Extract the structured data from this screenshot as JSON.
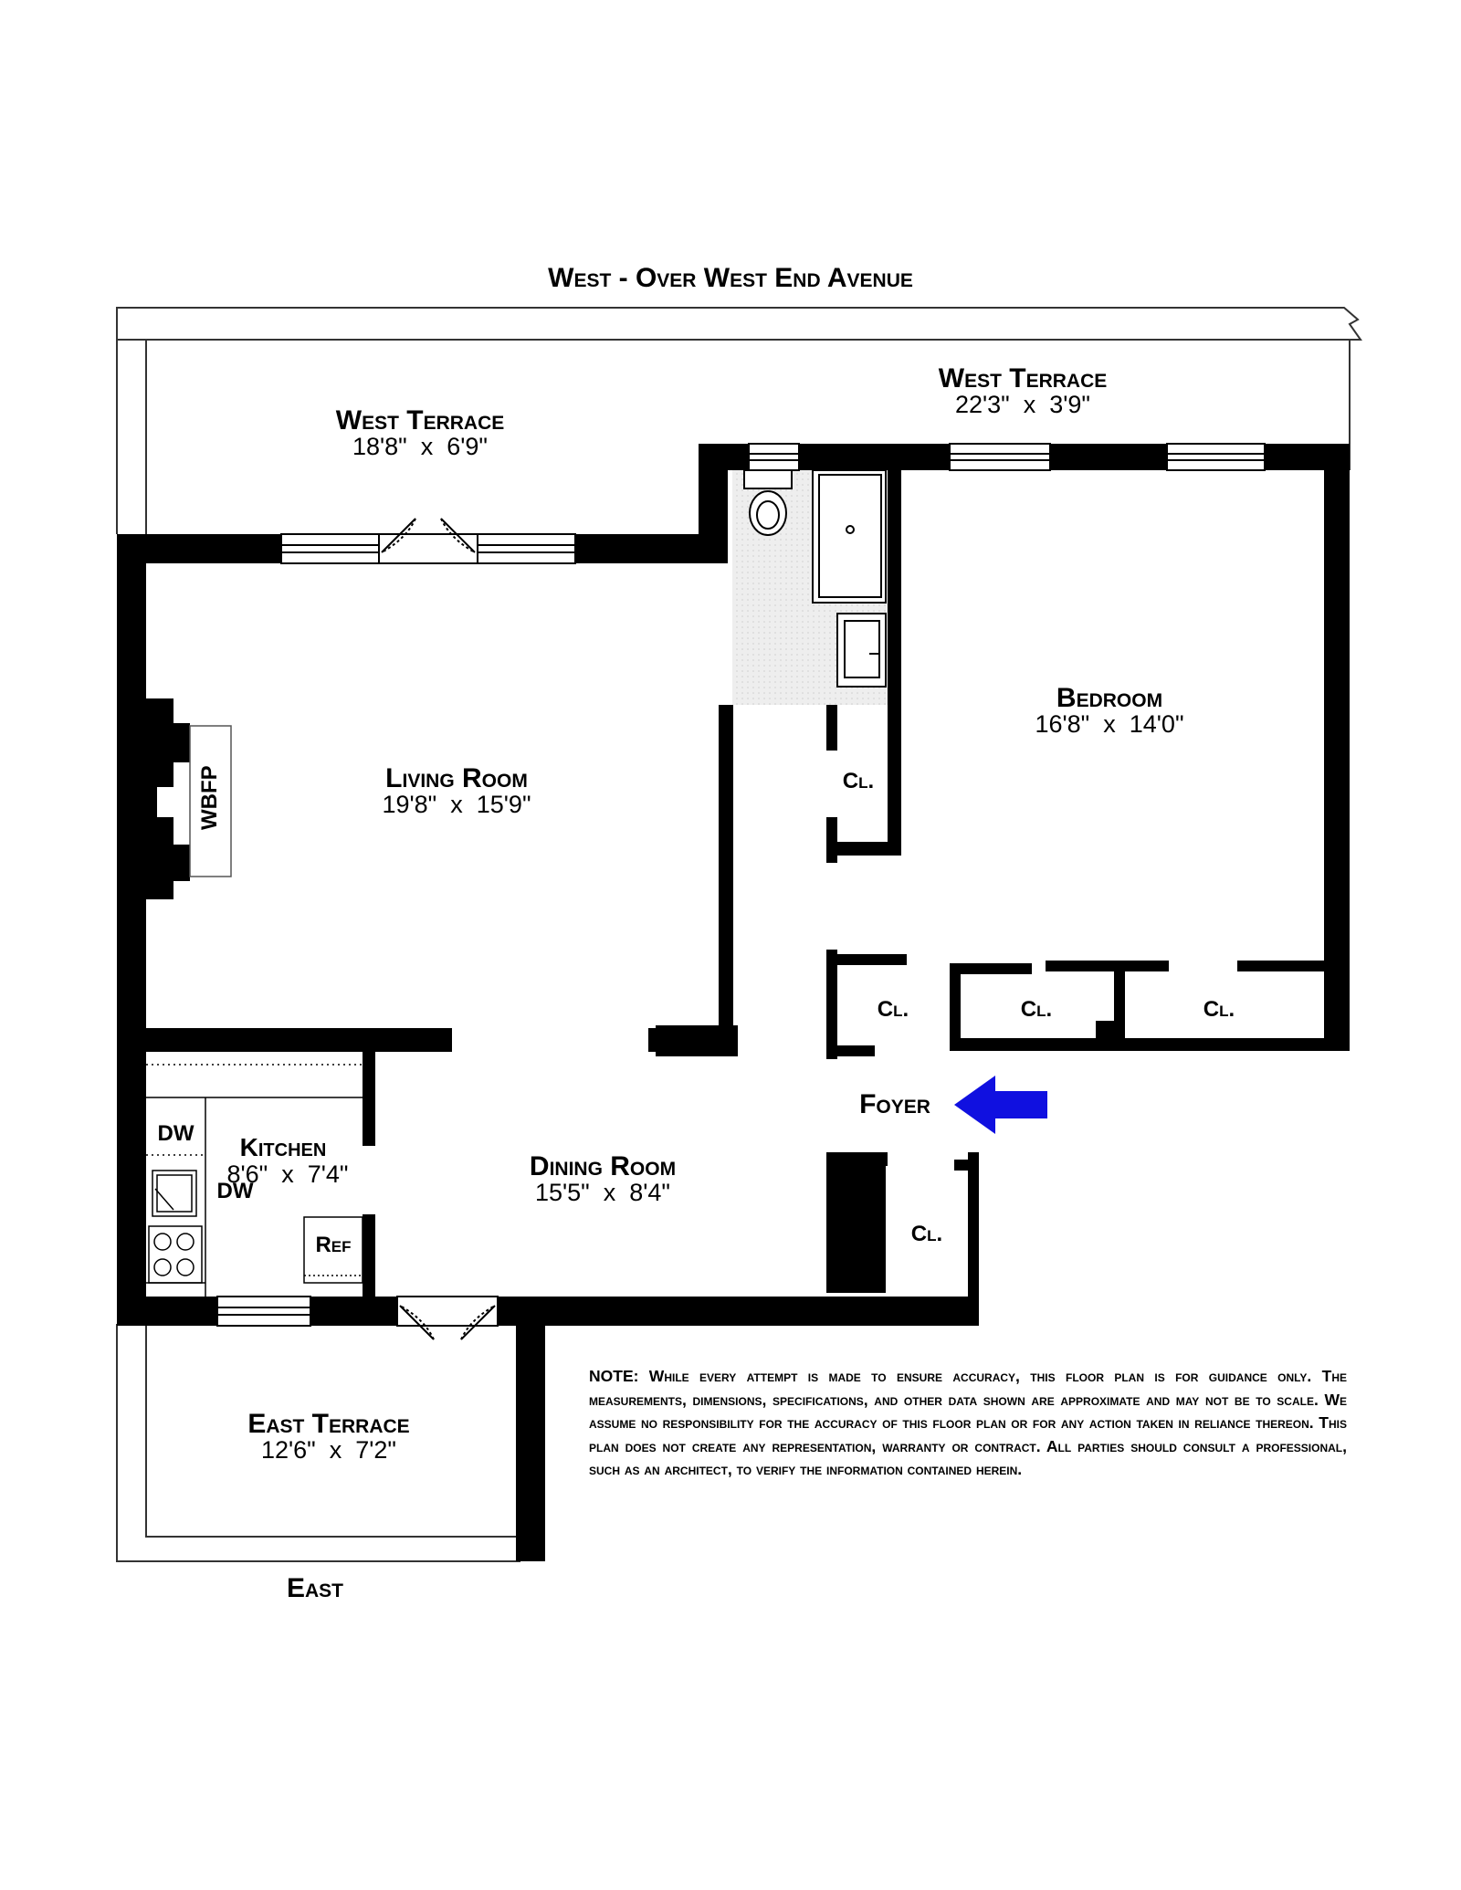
{
  "compass": {
    "west": "West - Over West End Avenue",
    "east": "East"
  },
  "rooms": {
    "west_terrace_left": {
      "name": "West Terrace",
      "dim": "18'8\"  x  6'9\""
    },
    "west_terrace_right": {
      "name": "West Terrace",
      "dim": "22'3\"  x  3'9\""
    },
    "living_room": {
      "name": "Living Room",
      "dim": "19'8\"  x  15'9\""
    },
    "bedroom": {
      "name": "Bedroom",
      "dim": "16'8\"  x  14'0\""
    },
    "kitchen": {
      "name": "Kitchen",
      "dim": "8'6\"  x  7'4\""
    },
    "dining_room": {
      "name": "Dining Room",
      "dim": "15'5\"  x  8'4\""
    },
    "foyer": {
      "name": "Foyer"
    },
    "east_terrace": {
      "name": "East Terrace",
      "dim": "12'6\"  x  7'2\""
    }
  },
  "fixtures": {
    "wbfp": "WBFP",
    "closet": "Cl.",
    "dw": "DW",
    "ref": "Ref"
  },
  "entry_arrow_color": "#1010e0",
  "note": "NOTE: While every attempt is made to ensure accuracy, this floor plan is for guidance only. The measurements, dimensions, specifications, and other data shown are approximate and may not be to scale. We assume no responsibility for the accuracy of this floor plan or for any action taken in reliance thereon. This plan does not create any representation, warranty or contract. All parties should consult a professional, such as an architect, to verify the information contained herein."
}
